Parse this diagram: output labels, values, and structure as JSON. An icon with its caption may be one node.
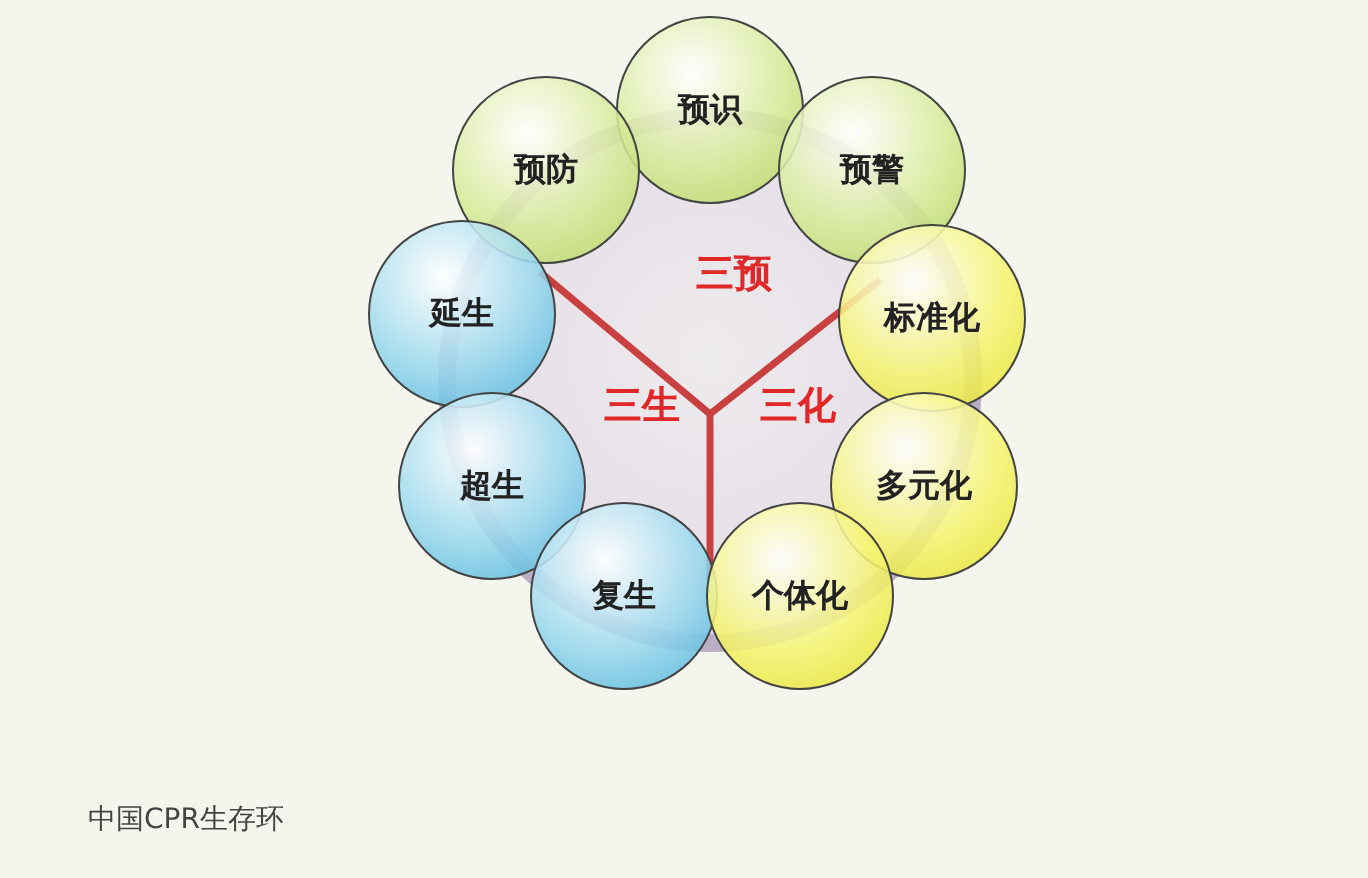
{
  "diagram": {
    "caption": "中国CPR生存环",
    "nodes": [
      {
        "text": [
          "三预",
          "三生",
          "三化"
        ]
      },
      {
        "text": [
          "预识"
        ]
      },
      {
        "text": [
          "预防"
        ]
      },
      {
        "text": [
          "预警"
        ]
      },
      {
        "text": [
          "延生"
        ]
      },
      {
        "text": [
          "标准化"
        ]
      },
      {
        "text": [
          "超生"
        ]
      },
      {
        "text": [
          "多元化"
        ]
      },
      {
        "text": [
          "复生"
        ]
      },
      {
        "text": [
          "个体化"
        ]
      }
    ]
  }
}
